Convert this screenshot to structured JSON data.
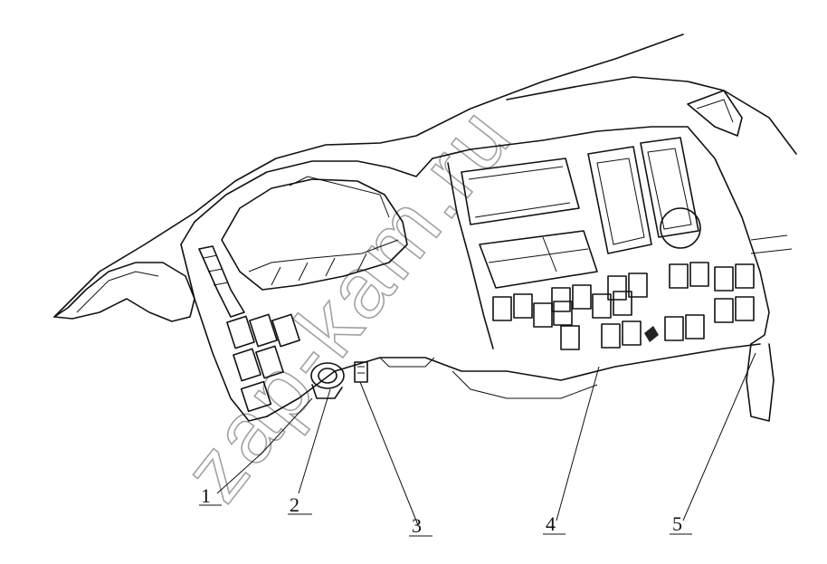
{
  "diagram": {
    "watermark": "zap-kam.ru",
    "callouts": [
      {
        "id": "1",
        "label": "1"
      },
      {
        "id": "2",
        "label": "2"
      },
      {
        "id": "3",
        "label": "3"
      },
      {
        "id": "4",
        "label": "4"
      },
      {
        "id": "5",
        "label": "5"
      }
    ]
  }
}
